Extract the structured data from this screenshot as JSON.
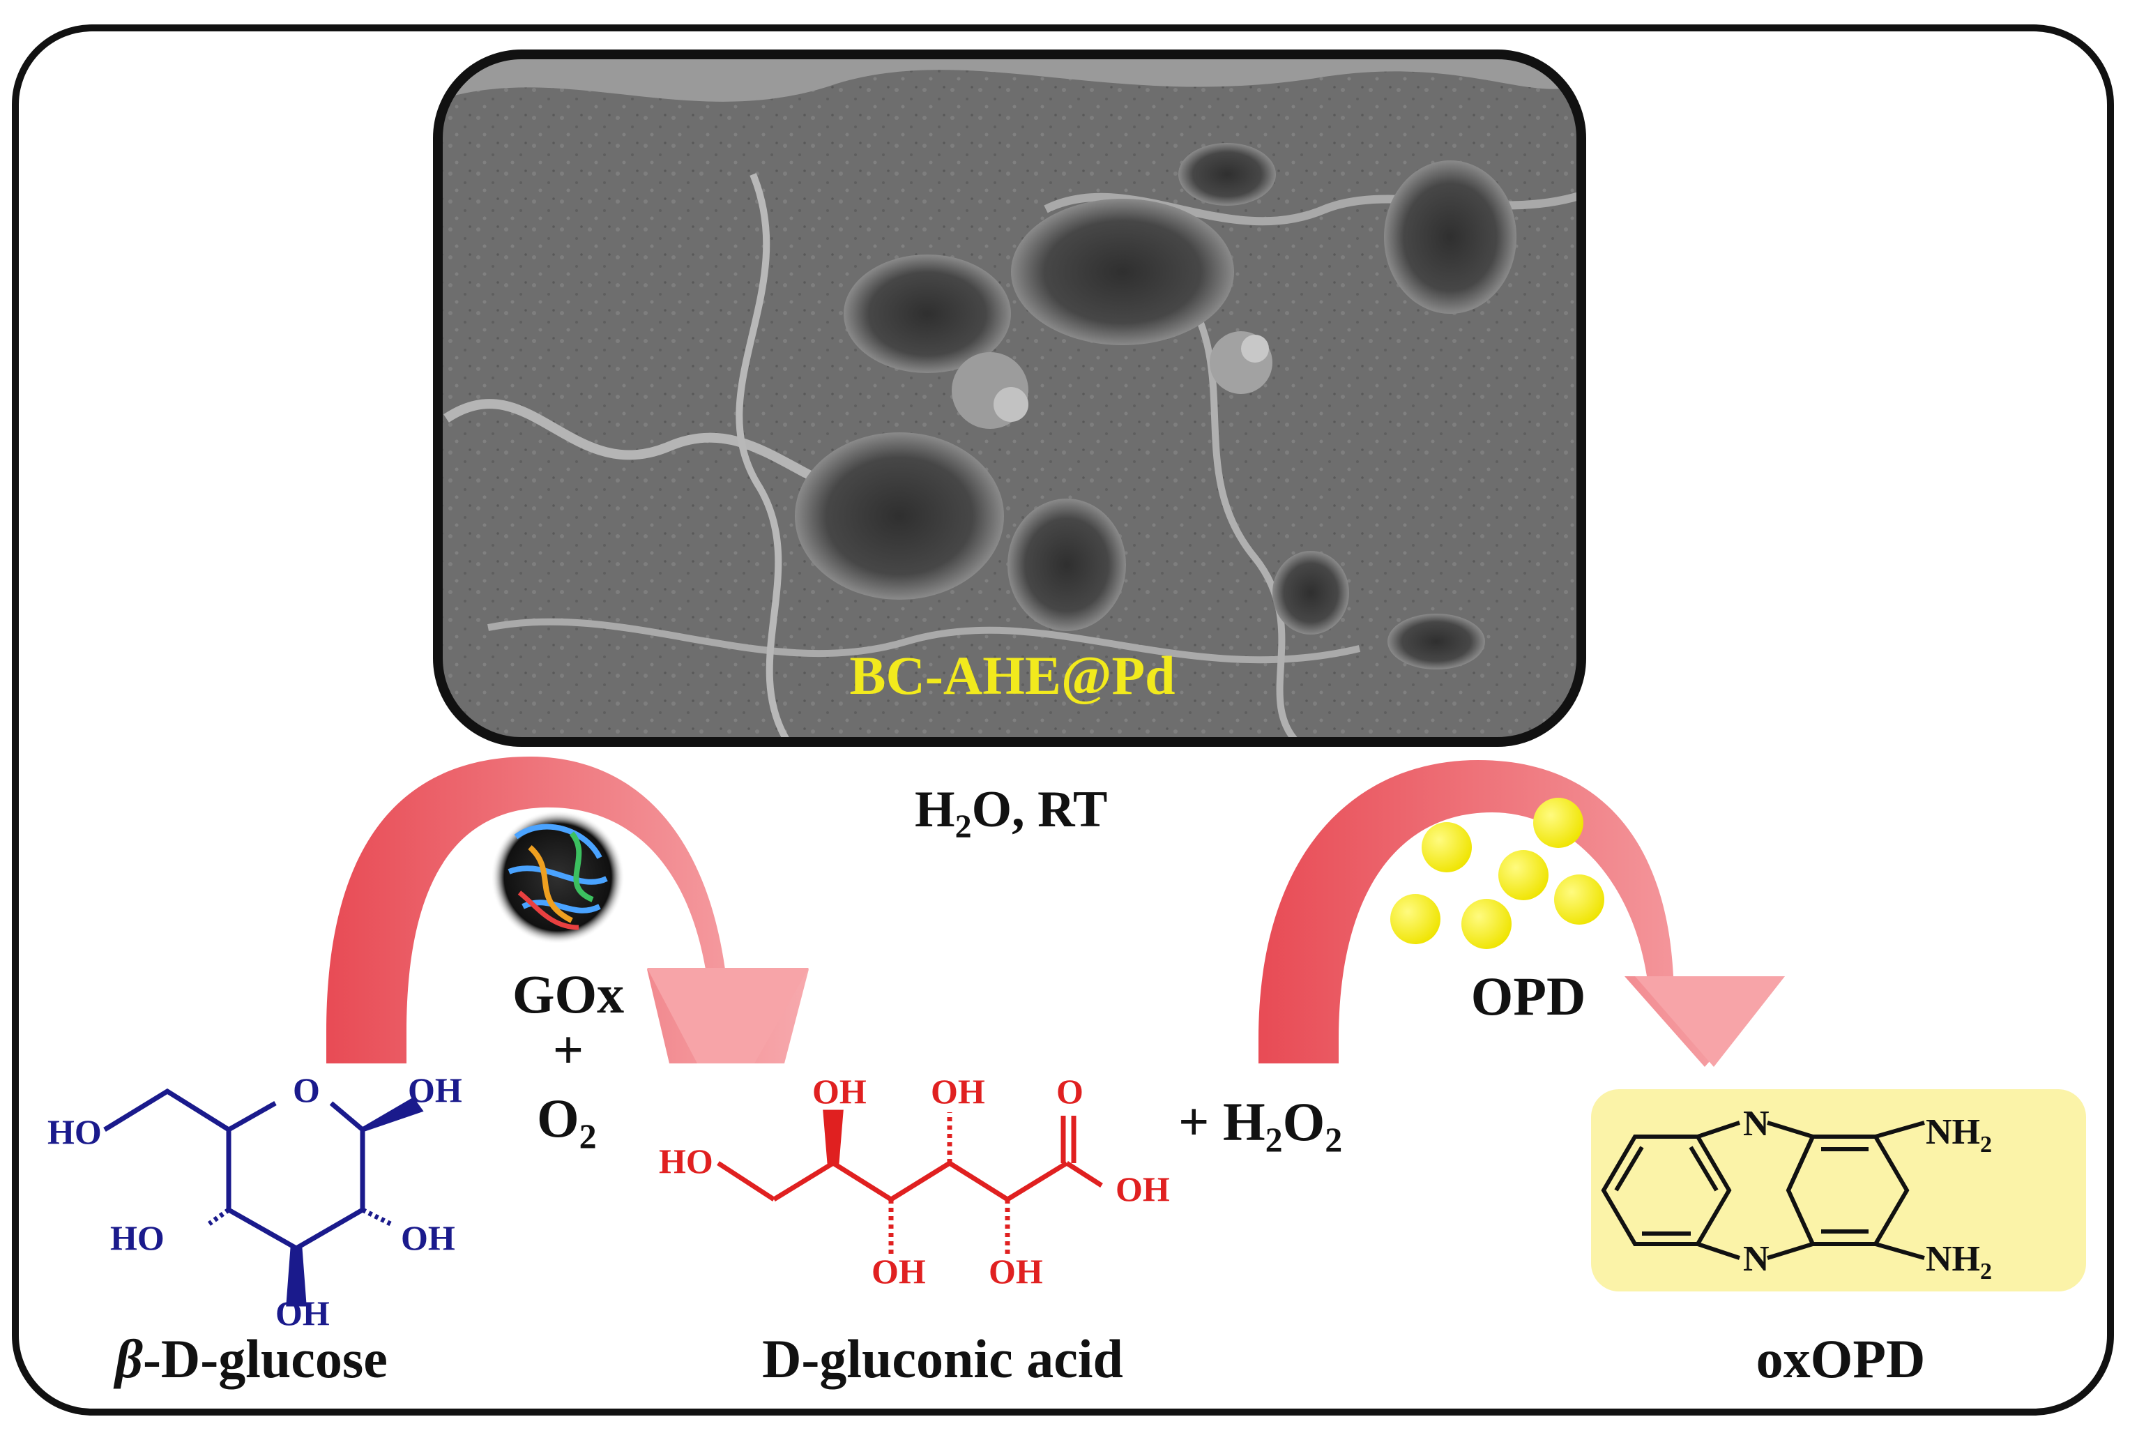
{
  "sem_label": "BC-AHE@Pd",
  "condition": {
    "main": "H",
    "sub": "2",
    "rest": "O, RT"
  },
  "reagent_left": {
    "enzyme": "GOx",
    "plus": "+",
    "oxygen_main": "O",
    "oxygen_sub": "2"
  },
  "reagent_right": {
    "label": "OPD"
  },
  "byproduct": {
    "prefix": "+ H",
    "sub1": "2",
    "mid": "O",
    "sub2": "2"
  },
  "glucose": {
    "name_greek": "β",
    "name_rest": "-D-glucose",
    "atoms": {
      "ring_o": "O",
      "oh_top": "OH",
      "ho_left": "HO",
      "ho_mid": "HO",
      "oh_right": "OH",
      "oh_bottom": "OH"
    }
  },
  "gluconic_acid": {
    "name": "D-gluconic acid",
    "atoms": {
      "ho": "HO",
      "oh1": "OH",
      "oh2": "OH",
      "oh3": "OH",
      "oh4": "OH",
      "o_carbonyl": "O",
      "oh_acid": "OH"
    }
  },
  "oxopd": {
    "name": "oxOPD",
    "atoms": {
      "n_top": "N",
      "n_bottom": "N",
      "nh2_top_main": "NH",
      "nh2_top_sub": "2",
      "nh2_bottom_main": "NH",
      "nh2_bottom_sub": "2"
    }
  },
  "colors": {
    "arrow": "#ea5a62",
    "glucose": "#1a1a8c",
    "gluconic": "#e02020",
    "highlight": "#fbf3a8",
    "sem_text": "#f2ea1d",
    "opd_dot": "#f7ee00",
    "sem_base": "#6e6e6e"
  },
  "icons": [
    "gox-enzyme-icon",
    "opd-molecule-icon"
  ]
}
